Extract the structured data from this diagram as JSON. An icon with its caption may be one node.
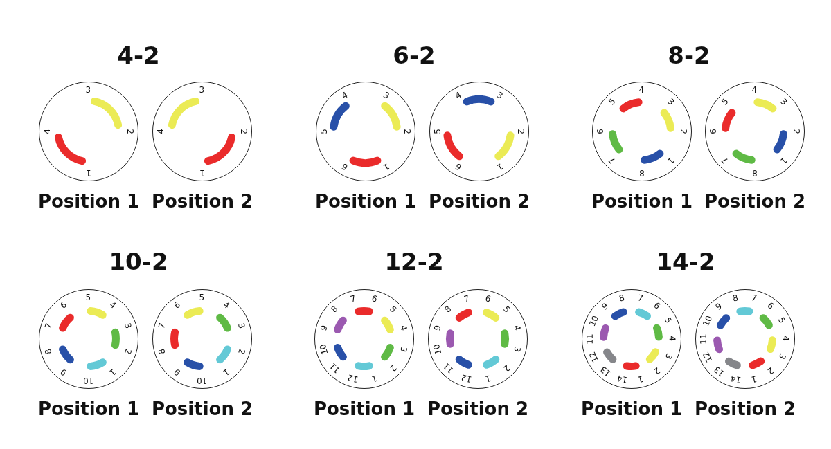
{
  "diagram": {
    "nodes": [
      {
        "text": [
          "1",
          "2",
          "3",
          "4"
        ],
        "beside": [
          "Position 1"
        ]
      },
      {
        "text": [
          "1",
          "2",
          "3",
          "4"
        ],
        "beside": [
          "Position 2"
        ]
      },
      {
        "text": [
          "1",
          "2",
          "3",
          "4",
          "5",
          "6"
        ],
        "beside": [
          "Position 1"
        ]
      },
      {
        "text": [
          "1",
          "2",
          "3",
          "4",
          "5",
          "6"
        ],
        "beside": [
          "Position 2"
        ]
      },
      {
        "text": [
          "1",
          "2",
          "3",
          "4",
          "5",
          "6",
          "7",
          "8"
        ],
        "beside": [
          "Position 1"
        ]
      },
      {
        "text": [
          "1",
          "2",
          "3",
          "4",
          "5",
          "6",
          "7",
          "8"
        ],
        "beside": [
          "Position 2"
        ]
      },
      {
        "text": [
          "1",
          "2",
          "3",
          "4",
          "5",
          "6",
          "7",
          "8",
          "9",
          "10"
        ],
        "beside": [
          "Position 1"
        ]
      },
      {
        "text": [
          "1",
          "2",
          "3",
          "4",
          "5",
          "6",
          "7",
          "8",
          "9",
          "10"
        ],
        "beside": [
          "Position 2"
        ]
      },
      {
        "text": [
          "1",
          "2",
          "3",
          "4",
          "5",
          "6",
          "7",
          "8",
          "9",
          "10",
          "11",
          "12"
        ],
        "beside": [
          "Position 1"
        ]
      },
      {
        "text": [
          "1",
          "2",
          "3",
          "4",
          "5",
          "6",
          "7",
          "8",
          "9",
          "10",
          "11",
          "12"
        ],
        "beside": [
          "Position 2"
        ]
      },
      {
        "text": [
          "1",
          "2",
          "3",
          "4",
          "5",
          "6",
          "7",
          "8",
          "9",
          "10",
          "11",
          "12",
          "13",
          "14"
        ],
        "beside": [
          "Position 1"
        ]
      },
      {
        "text": [
          "1",
          "2",
          "3",
          "4",
          "5",
          "6",
          "7",
          "8",
          "9",
          "10",
          "11",
          "12",
          "13",
          "14"
        ],
        "beside": [
          "Position 2"
        ]
      }
    ],
    "labels": [
      "4-2",
      "6-2",
      "8-2",
      "10-2",
      "12-2",
      "14-2"
    ]
  }
}
